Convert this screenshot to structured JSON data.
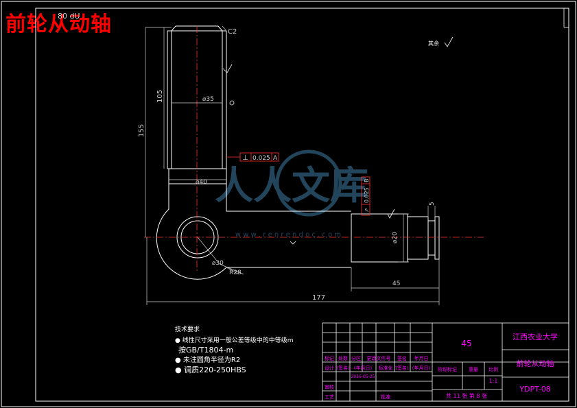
{
  "title_overlay": "前轮从动轴",
  "watermark": {
    "text": "人人文库",
    "url": "w w w . r e n r e n d o c . c o m"
  },
  "top_left_code": "80  dU",
  "dimensions": {
    "chamfer": "C2",
    "len_105": "105",
    "dia_35": "⌀35",
    "len_155": "155",
    "dia_40": "⌀40",
    "dia_30": "⌀30",
    "radius_28": "R28",
    "dia_20": "⌀20",
    "len_45": "45",
    "len_5": "5",
    "len_177": "177"
  },
  "tolerances": {
    "perp": {
      "symbol": "⊥",
      "value": "0.025",
      "datum": "A"
    },
    "circ": {
      "symbol": "↗",
      "value": "0.025",
      "datum": "B"
    }
  },
  "roughness": {
    "other_label": "其余"
  },
  "tech_notes": {
    "heading": "技术要求",
    "items": [
      "● 线性尺寸采用一般公差等级中的中等级m",
      "  按GB/T1804-m",
      "● 未注圆角半径为R2",
      "● 调质220-250HBS"
    ]
  },
  "title_block": {
    "material": "45",
    "school": "江西农业大学",
    "part_name": "前轮从动轴",
    "drawing_no": "YDPT-08",
    "scale_label": "比例",
    "scale": "1:1",
    "weight_label": "重量",
    "stage_label": "阶段标记",
    "sheets": "共 11 张 第 8 张",
    "rev_headers": [
      "标记",
      "处数",
      "分区",
      "更改文件号",
      "签名",
      "年月日"
    ],
    "row_design": [
      "设计",
      "(签名)",
      "(年月日)",
      "标准化",
      "(签名)",
      "(年月日)"
    ],
    "review": "审核",
    "process": "工艺",
    "approve": "批准",
    "date_small": "2016-05-25"
  }
}
